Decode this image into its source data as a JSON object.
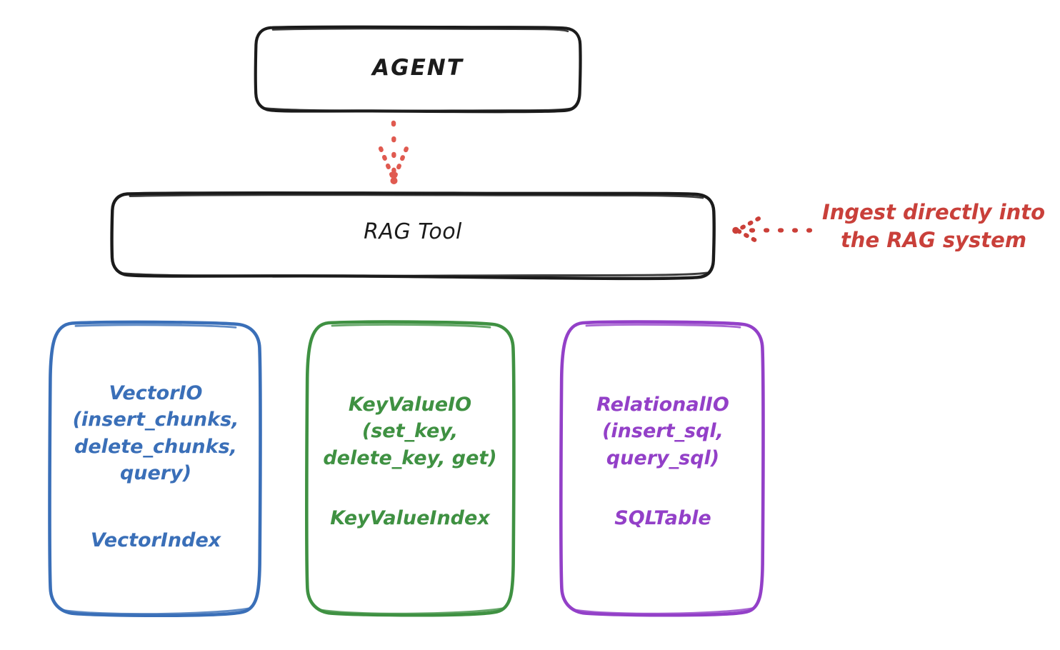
{
  "diagram": {
    "title": "RAG Tool architecture",
    "background": "#ffffff",
    "style": "hand-drawn"
  },
  "colors": {
    "ink": "#1b1b1b",
    "vector": "#3a6fb8",
    "keyvalue": "#3f9142",
    "relational": "#9340c8",
    "accent_red": "#c9403a"
  },
  "nodes": {
    "agent": {
      "label": "AGENT",
      "color": "#1b1b1b"
    },
    "rag_tool": {
      "label": "RAG Tool",
      "color": "#1b1b1b"
    },
    "vector": {
      "api": "VectorIO\n(insert_chunks,\ndelete_chunks,\nquery)",
      "index": "VectorIndex",
      "color": "#3a6fb8"
    },
    "keyvalue": {
      "api": "KeyValueIO\n(set_key,\ndelete_key, get)",
      "index": "KeyValueIndex",
      "color": "#3f9142"
    },
    "relational": {
      "api": "RelationalIO\n(insert_sql,\nquery_sql)",
      "index": "SQLTable",
      "color": "#9340c8"
    }
  },
  "annotations": {
    "ingest": {
      "text": "Ingest directly into\nthe RAG system",
      "color": "#c9403a"
    }
  },
  "edges": [
    {
      "from": "agent",
      "to": "rag_tool",
      "style": "dotted",
      "arrow": "down",
      "color": "#c9403a"
    },
    {
      "from": "ingest-annotation",
      "to": "rag_tool",
      "style": "dotted",
      "arrow": "left",
      "color": "#c9403a"
    }
  ]
}
